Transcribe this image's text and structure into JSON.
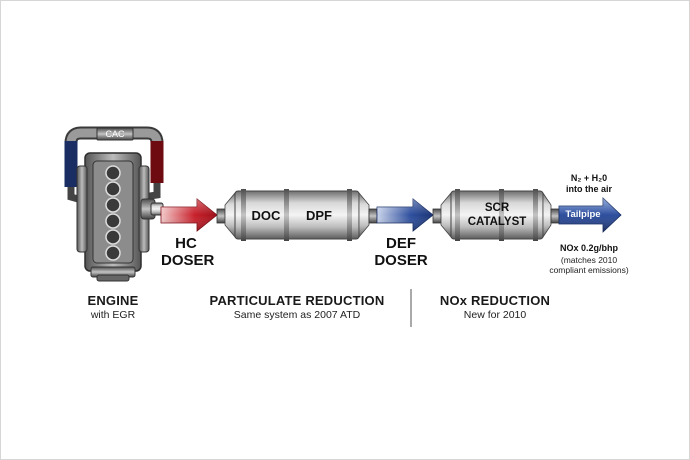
{
  "engine": {
    "cac_label": "CAC",
    "title": "ENGINE",
    "subtitle": "with EGR"
  },
  "hc_doser": {
    "line1": "HC",
    "line2": "DOSER"
  },
  "def_doser": {
    "line1": "DEF",
    "line2": "DOSER"
  },
  "dpf_unit": {
    "doc_label": "DOC",
    "dpf_label": "DPF"
  },
  "scr_unit": {
    "line1": "SCR",
    "line2": "CATALYST"
  },
  "tailpipe": {
    "label": "Tailpipe",
    "output_line1": "N₂ + H₂0",
    "output_line2": "into the air",
    "nox_value": "NOx 0.2g/bhp",
    "note_line1": "(matches 2010",
    "note_line2": "compliant emissions)"
  },
  "sections": {
    "particulate": {
      "title": "PARTICULATE REDUCTION",
      "subtitle": "Same system as 2007 ATD"
    },
    "nox": {
      "title": "NOx REDUCTION",
      "subtitle": "New for 2010"
    }
  },
  "colors": {
    "hot": "#c8202b",
    "cool": "#2e4f9e",
    "metal": "#8a8a8a",
    "text": "#1a1a1a"
  }
}
